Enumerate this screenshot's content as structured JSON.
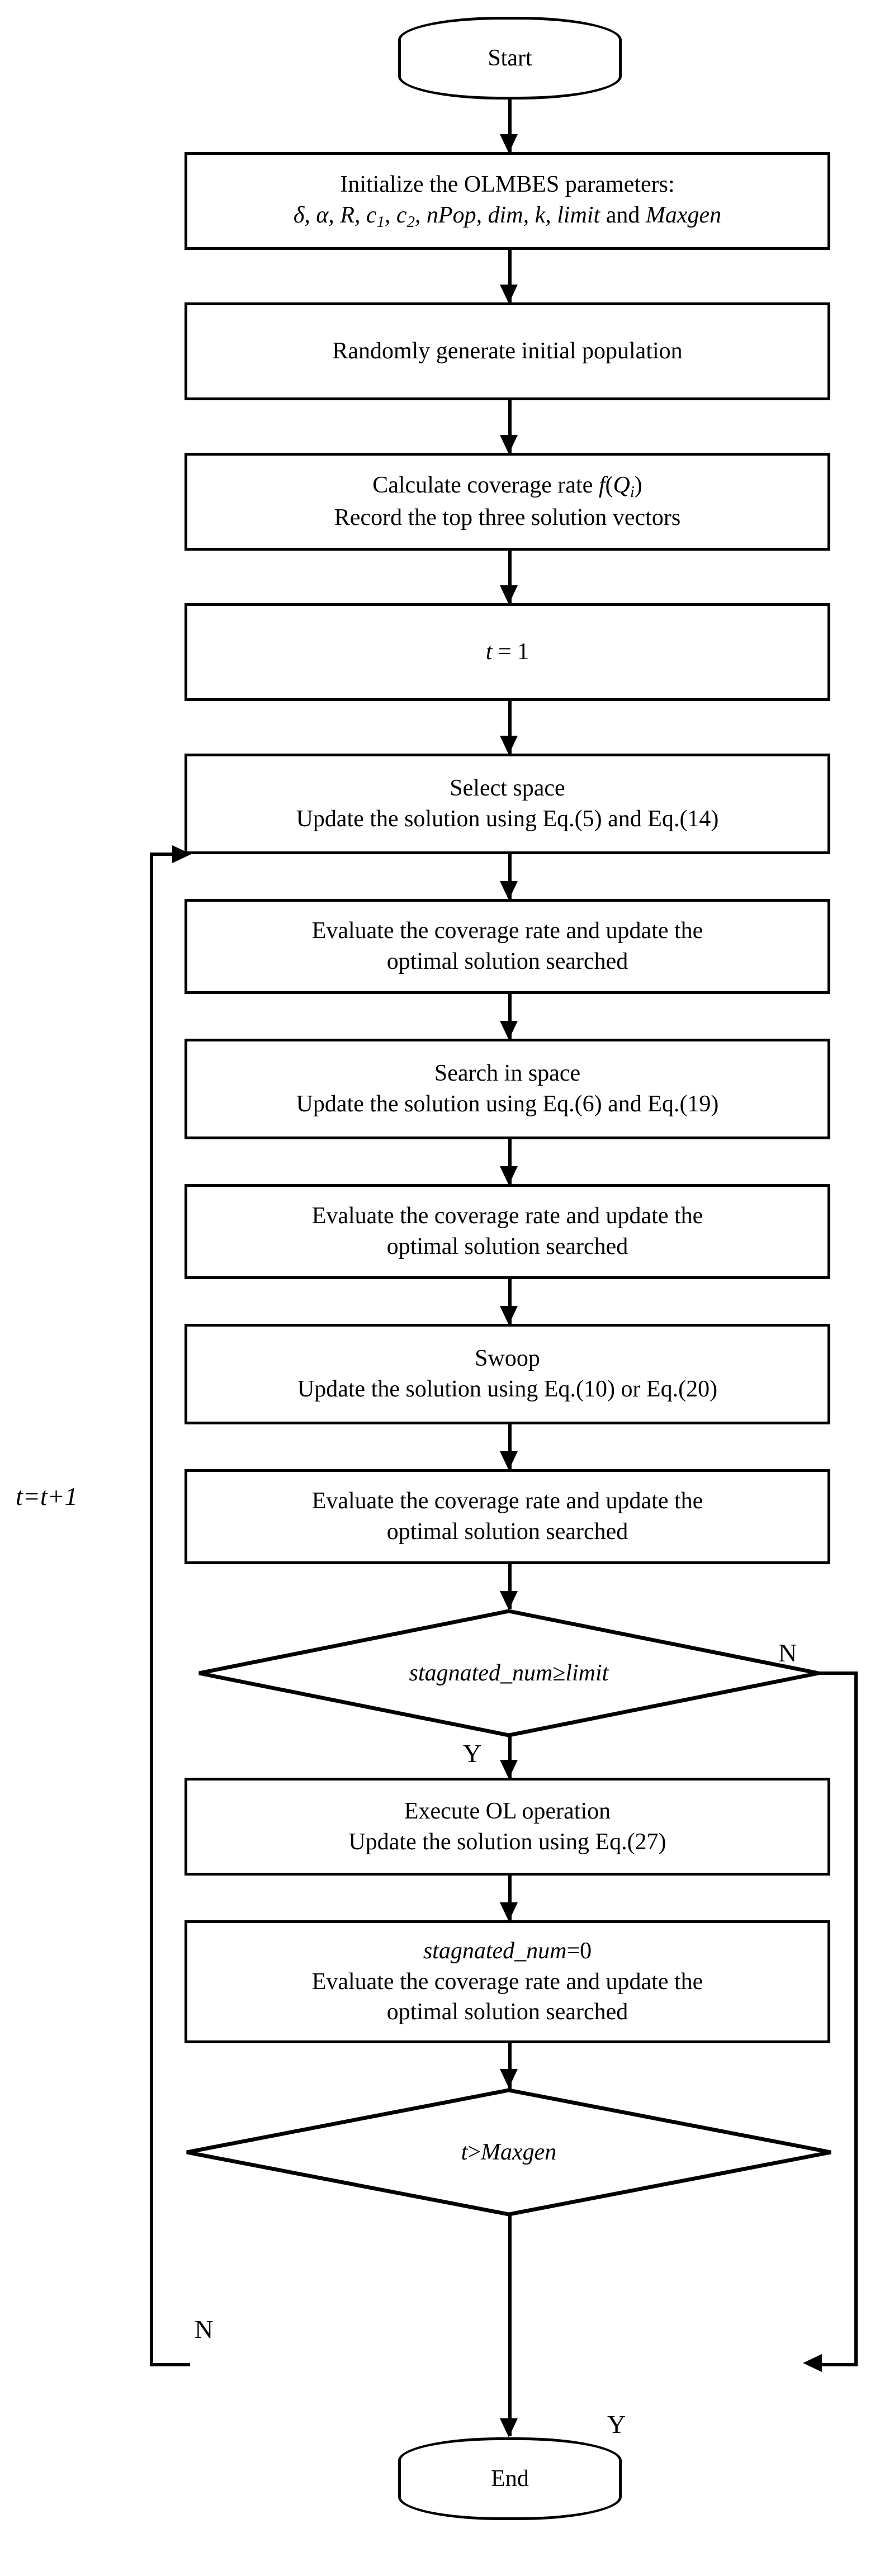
{
  "diagram": {
    "title": "OLMBES algorithm flowchart",
    "type": "flowchart",
    "stroke_color": "#000000",
    "background_color": "#ffffff"
  },
  "nodes": {
    "start": {
      "label": "Start",
      "shape": "terminator"
    },
    "init": {
      "shape": "process",
      "line1": "Initialize the OLMBES parameters:",
      "line2_prefix": "δ, α, R, c",
      "line2_sub1": "1",
      "line2_mid": ", c",
      "line2_sub2": "2",
      "line2_italic": ", nPop, dim, k, limit",
      "line2_and": " and ",
      "line2_maxgen": "Maxgen",
      "full_text": "Initialize the OLMBES parameters: δ, α, R, c1, c2, nPop, dim, k, limit and Maxgen"
    },
    "randpop": {
      "shape": "process",
      "line1": "Randomly generate initial population"
    },
    "calc": {
      "shape": "process",
      "line1_prefix": "Calculate coverage rate ",
      "line1_f": "f",
      "line1_open": "(",
      "line1_Q": "Q",
      "line1_sub": "i",
      "line1_close": ")",
      "line2": "Record the top three solution vectors",
      "full_text": "Calculate coverage rate f(Qi) / Record the top three solution vectors"
    },
    "t1": {
      "shape": "process",
      "var": "t",
      "eq": " = 1",
      "full_text": "t = 1"
    },
    "select": {
      "shape": "process",
      "line1": "Select space",
      "line2": "Update the solution using Eq.(5) and Eq.(14)"
    },
    "eval1": {
      "shape": "process",
      "line1": "Evaluate the coverage rate and update the",
      "line2": "optimal solution searched"
    },
    "search": {
      "shape": "process",
      "line1": "Search in space",
      "line2": "Update the solution using Eq.(6) and Eq.(19)"
    },
    "eval2": {
      "shape": "process",
      "line1": "Evaluate the coverage rate and update the",
      "line2": "optimal solution searched"
    },
    "swoop": {
      "shape": "process",
      "line1": "Swoop",
      "line2": "Update the solution using Eq.(10) or Eq.(20)"
    },
    "eval3": {
      "shape": "process",
      "line1": "Evaluate the coverage rate and update the",
      "line2": "optimal solution searched"
    },
    "decision_stagnated": {
      "shape": "decision",
      "expr_var": "stagnated_num",
      "expr_op": " ≥ ",
      "expr_limit": "limit",
      "full_text": "stagnated_num ≥ limit"
    },
    "ol": {
      "shape": "process",
      "line1": "Execute OL operation",
      "line2": "Update the solution using Eq.(27)"
    },
    "reset": {
      "shape": "process",
      "line1_var": "stagnated_num",
      "line1_eq": "=0",
      "line2": "Evaluate the coverage rate and update the",
      "line3": "optimal solution searched",
      "full_text": "stagnated_num=0 / Evaluate the coverage rate and update the optimal solution searched"
    },
    "decision_maxgen": {
      "shape": "decision",
      "expr_var": "t",
      "expr_op": " > ",
      "expr_limit": "Maxgen",
      "full_text": "t > Maxgen"
    },
    "end": {
      "label": "End",
      "shape": "terminator"
    }
  },
  "edge_labels": {
    "iterate": "t=t+1",
    "stagnated_no": "N",
    "stagnated_yes": "Y",
    "maxgen_no": "N",
    "maxgen_yes": "Y"
  }
}
